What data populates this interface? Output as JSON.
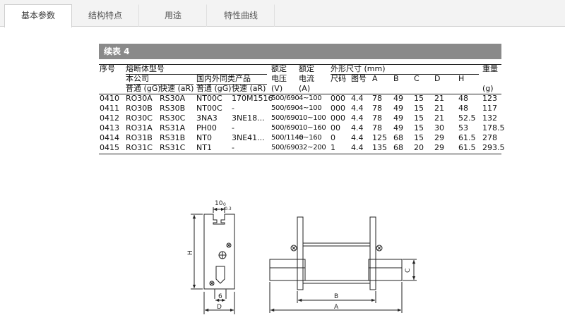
{
  "tabs": [
    {
      "label": "基本参数",
      "active": true
    },
    {
      "label": "结构特点",
      "active": false
    },
    {
      "label": "用途",
      "active": false
    },
    {
      "label": "特性曲线",
      "active": false
    }
  ],
  "section": {
    "title": "续表 4"
  },
  "table": {
    "headers": {
      "seq": "序号",
      "fuse_type": "熔断体型号",
      "our_company": "本公司",
      "domestic_foreign": "国内外同类产品",
      "gg1": "普通 (gG)",
      "ar1": "快速 (aR)",
      "gg2": "普通 (gG)",
      "ar2": "快速 (aR)",
      "rated_voltage_1": "额定",
      "rated_voltage_2": "电压",
      "rated_voltage_unit": "(V)",
      "rated_current_1": "额定",
      "rated_current_2": "电流",
      "rated_current_unit": "(A)",
      "dims": "外形尺寸 (mm)",
      "size": "尺码",
      "figure": "图号",
      "A": "A",
      "B": "B",
      "C": "C",
      "D": "D",
      "H": "H",
      "weight": "重量",
      "weight_unit": "(g)"
    },
    "rows": [
      {
        "seq": "0410",
        "gg": "RO30A",
        "ar": "RS30A",
        "dgg": "NT00C",
        "dar": "170M1516",
        "v": "500/690",
        "a": "4~100",
        "size": "000",
        "fig": "4.4",
        "A": "78",
        "B": "49",
        "C": "15",
        "D": "21",
        "H": "48",
        "w": "123"
      },
      {
        "seq": "0411",
        "gg": "RO30B",
        "ar": "RS30B",
        "dgg": "NT00C",
        "dar": "-",
        "v": "500/690",
        "a": "4~100",
        "size": "000",
        "fig": "4.4",
        "A": "78",
        "B": "49",
        "C": "15",
        "D": "21",
        "H": "48",
        "w": "117"
      },
      {
        "seq": "0412",
        "gg": "RO30C",
        "ar": "RS30C",
        "dgg": "3NA3",
        "dar": "3NE18...",
        "v": "500/690",
        "a": "10~100",
        "size": "000",
        "fig": "4.4",
        "A": "78",
        "B": "49",
        "C": "15",
        "D": "21",
        "H": "52.5",
        "w": "132"
      },
      {
        "seq": "0413",
        "gg": "RO31A",
        "ar": "RS31A",
        "dgg": "PH00",
        "dar": "-",
        "v": "500/690",
        "a": "10~160",
        "size": "00",
        "fig": "4.4",
        "A": "78",
        "B": "49",
        "C": "15",
        "D": "30",
        "H": "53",
        "w": "178.5"
      },
      {
        "seq": "0414",
        "gg": "RO31B",
        "ar": "RS31B",
        "dgg": "NT0",
        "dar": "3NE41...",
        "v": "500/1140",
        "a": "6~160",
        "size": "0",
        "fig": "4.4",
        "A": "125",
        "B": "68",
        "C": "15",
        "D": "29",
        "H": "61.5",
        "w": "278"
      },
      {
        "seq": "0415",
        "gg": "RO31C",
        "ar": "RS31C",
        "dgg": "NT1",
        "dar": "-",
        "v": "500/690",
        "a": "32~200",
        "size": "1",
        "fig": "4.4",
        "A": "135",
        "B": "68",
        "C": "20",
        "D": "29",
        "H": "61.5",
        "w": "293.5"
      }
    ]
  },
  "drawing": {
    "dim_top": "10",
    "dim_top_tol": "-0.3",
    "dim_top_tol_up": "0",
    "dim_H": "H",
    "dim_6": "6",
    "dim_D": "D",
    "dim_A": "A",
    "dim_B": "B",
    "dim_C": "C"
  }
}
